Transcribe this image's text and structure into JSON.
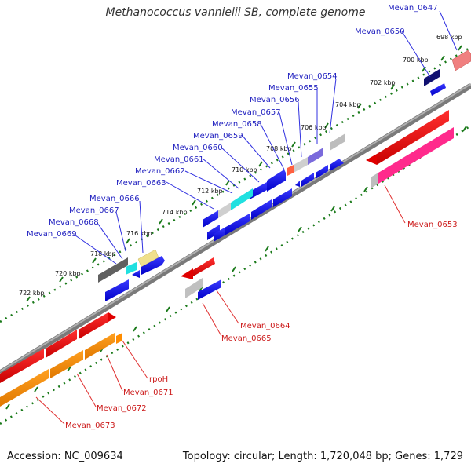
{
  "header": {
    "title": "Methanococcus vannielii SB, complete genome"
  },
  "footer": {
    "accession": "Accession: NC_009634",
    "summary": "Topology: circular; Length: 1,720,048 bp; Genes: 1,729"
  },
  "kbp_ticks": [
    "698 kbp",
    "700 kbp",
    "702 kbp",
    "704 kbp",
    "706 kbp",
    "708 kbp",
    "710 kbp",
    "712 kbp",
    "714 kbp",
    "716 kbp",
    "718 kbp",
    "720 kbp",
    "722 kbp"
  ],
  "genes_upper": [
    "Mevan_0647",
    "Mevan_0650",
    "Mevan_0654",
    "Mevan_0655",
    "Mevan_0656",
    "Mevan_0657",
    "Mevan_0658",
    "Mevan_0659",
    "Mevan_0660",
    "Mevan_0661",
    "Mevan_0662",
    "Mevan_0663",
    "Mevan_0666",
    "Mevan_0667",
    "Mevan_0668",
    "Mevan_0669"
  ],
  "genes_lower": [
    "Mevan_0653",
    "Mevan_0664",
    "Mevan_0665",
    "rpoH",
    "Mevan_0671",
    "Mevan_0672",
    "Mevan_0673"
  ],
  "colors": {
    "forward_gene": "#0000e0",
    "reverse_gene": "#e00000",
    "rna_gene": "#ff8c00",
    "pink_gene": "#ff2a8c",
    "cyan_gene": "#00e0e0",
    "backbone": "#808080",
    "tick_green": "#1a7a1a"
  }
}
